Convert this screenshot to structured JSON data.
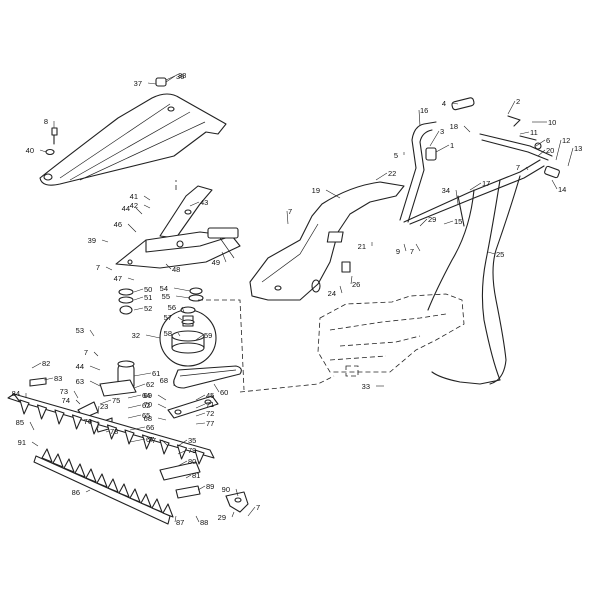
{
  "diagram": {
    "callouts": [
      {
        "id": "c36",
        "text": "36"
      },
      {
        "id": "c37",
        "text": "37"
      },
      {
        "id": "c38",
        "text": "38"
      },
      {
        "id": "c8",
        "text": "8"
      },
      {
        "id": "c40",
        "text": "40"
      },
      {
        "id": "c4",
        "text": "4"
      },
      {
        "id": "c2",
        "text": "2"
      },
      {
        "id": "c10",
        "text": "10"
      },
      {
        "id": "c16",
        "text": "16"
      },
      {
        "id": "c18",
        "text": "18"
      },
      {
        "id": "c3",
        "text": "3"
      },
      {
        "id": "c11",
        "text": "11"
      },
      {
        "id": "c5",
        "text": "5"
      },
      {
        "id": "c1",
        "text": "1"
      },
      {
        "id": "c6",
        "text": "6"
      },
      {
        "id": "c12",
        "text": "12"
      },
      {
        "id": "c13",
        "text": "13"
      },
      {
        "id": "c20",
        "text": "20"
      },
      {
        "id": "c7a",
        "text": "7"
      },
      {
        "id": "c14",
        "text": "14"
      },
      {
        "id": "c22",
        "text": "22"
      },
      {
        "id": "c17",
        "text": "17"
      },
      {
        "id": "c19",
        "text": "19"
      },
      {
        "id": "c34",
        "text": "34"
      },
      {
        "id": "c41",
        "text": "41"
      },
      {
        "id": "c42",
        "text": "42"
      },
      {
        "id": "c43",
        "text": "43"
      },
      {
        "id": "c44a",
        "text": "44"
      },
      {
        "id": "c46",
        "text": "46"
      },
      {
        "id": "c39",
        "text": "39"
      },
      {
        "id": "c7b",
        "text": "7"
      },
      {
        "id": "c29",
        "text": "29"
      },
      {
        "id": "c15",
        "text": "15"
      },
      {
        "id": "c49",
        "text": "49"
      },
      {
        "id": "c21",
        "text": "21"
      },
      {
        "id": "c9",
        "text": "9"
      },
      {
        "id": "c7c",
        "text": "7"
      },
      {
        "id": "c25",
        "text": "25"
      },
      {
        "id": "c7d",
        "text": "7"
      },
      {
        "id": "c48",
        "text": "48"
      },
      {
        "id": "c47",
        "text": "47"
      },
      {
        "id": "c26",
        "text": "26"
      },
      {
        "id": "c24",
        "text": "24"
      },
      {
        "id": "c54",
        "text": "54"
      },
      {
        "id": "c50",
        "text": "50"
      },
      {
        "id": "c55",
        "text": "55"
      },
      {
        "id": "c51",
        "text": "51"
      },
      {
        "id": "c52",
        "text": "52"
      },
      {
        "id": "c56",
        "text": "56"
      },
      {
        "id": "c57",
        "text": "57"
      },
      {
        "id": "c32",
        "text": "32"
      },
      {
        "id": "c58",
        "text": "58"
      },
      {
        "id": "c59",
        "text": "59"
      },
      {
        "id": "c53",
        "text": "53"
      },
      {
        "id": "c7e",
        "text": "7"
      },
      {
        "id": "c82",
        "text": "82"
      },
      {
        "id": "c44b",
        "text": "44"
      },
      {
        "id": "c61",
        "text": "61"
      },
      {
        "id": "c83",
        "text": "83"
      },
      {
        "id": "c63",
        "text": "63"
      },
      {
        "id": "c62",
        "text": "62"
      },
      {
        "id": "c68",
        "text": "68"
      },
      {
        "id": "c60",
        "text": "60"
      },
      {
        "id": "c33",
        "text": "33"
      },
      {
        "id": "c84",
        "text": "84"
      },
      {
        "id": "c73",
        "text": "73"
      },
      {
        "id": "c74",
        "text": "74"
      },
      {
        "id": "c75",
        "text": "75"
      },
      {
        "id": "c64",
        "text": "64"
      },
      {
        "id": "c69",
        "text": "69"
      },
      {
        "id": "c45",
        "text": "45"
      },
      {
        "id": "c23",
        "text": "23"
      },
      {
        "id": "c62b",
        "text": "62"
      },
      {
        "id": "c70",
        "text": "70"
      },
      {
        "id": "c71",
        "text": "71"
      },
      {
        "id": "c72",
        "text": "72"
      },
      {
        "id": "c65",
        "text": "65"
      },
      {
        "id": "c68b",
        "text": "68"
      },
      {
        "id": "c77a",
        "text": "77"
      },
      {
        "id": "c85",
        "text": "85"
      },
      {
        "id": "c76",
        "text": "76"
      },
      {
        "id": "c78",
        "text": "78"
      },
      {
        "id": "c66",
        "text": "66"
      },
      {
        "id": "c67",
        "text": "67"
      },
      {
        "id": "c91",
        "text": "91"
      },
      {
        "id": "c77b",
        "text": "77"
      },
      {
        "id": "c35",
        "text": "35"
      },
      {
        "id": "c79",
        "text": "79"
      },
      {
        "id": "c80",
        "text": "80"
      },
      {
        "id": "c81",
        "text": "81"
      },
      {
        "id": "c86",
        "text": "86"
      },
      {
        "id": "c90",
        "text": "90"
      },
      {
        "id": "c89",
        "text": "89"
      },
      {
        "id": "c87",
        "text": "87"
      },
      {
        "id": "c88",
        "text": "88"
      },
      {
        "id": "c29b",
        "text": "29"
      },
      {
        "id": "c7f",
        "text": "7"
      }
    ]
  }
}
